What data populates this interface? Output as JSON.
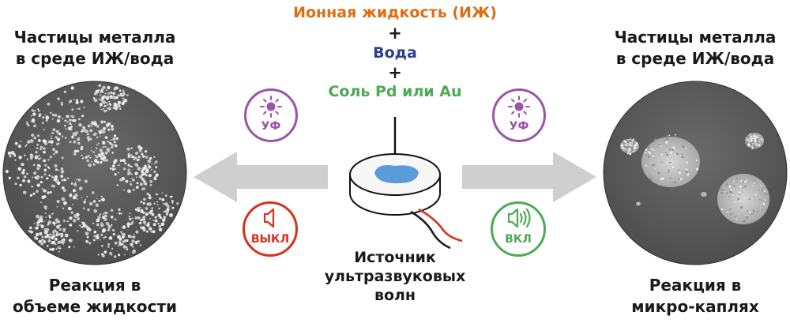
{
  "colors": {
    "ionic_liquid": "#e06c10",
    "water": "#2e3d8e",
    "salt": "#4daa54",
    "uv": "#9a55a6",
    "sound_off": "#d7301f",
    "sound_on": "#4daa54",
    "arrow": "#cfcfcf"
  },
  "formula": {
    "ionic_liquid": "Ионная жидкость (ИЖ)",
    "plus_1": "+",
    "water": "Вода",
    "plus_2": "+",
    "salt": "Соль Pd или Au"
  },
  "left": {
    "title_line1": "Частицы металла",
    "title_line2": "в среде ИЖ/вода",
    "caption_line1": "Реакция в",
    "caption_line2": "объеме жидкости",
    "uv_badge": {
      "label": "УФ",
      "icon": "sun-icon"
    },
    "sound_badge": {
      "label": "ВЫКЛ",
      "icon": "speaker-off-icon"
    }
  },
  "right": {
    "title_line1": "Частицы металла",
    "title_line2": "в среде ИЖ/вода",
    "caption_line1": "Реакция в",
    "caption_line2": "микро-каплях",
    "uv_badge": {
      "label": "УФ",
      "icon": "sun-icon"
    },
    "sound_badge": {
      "label": "ВКЛ",
      "icon": "speaker-on-icon"
    }
  },
  "source": {
    "line1": "Источник",
    "line2": "ультразвуковых",
    "line3": "волн",
    "icon": "ultrasound-transducer-icon"
  }
}
